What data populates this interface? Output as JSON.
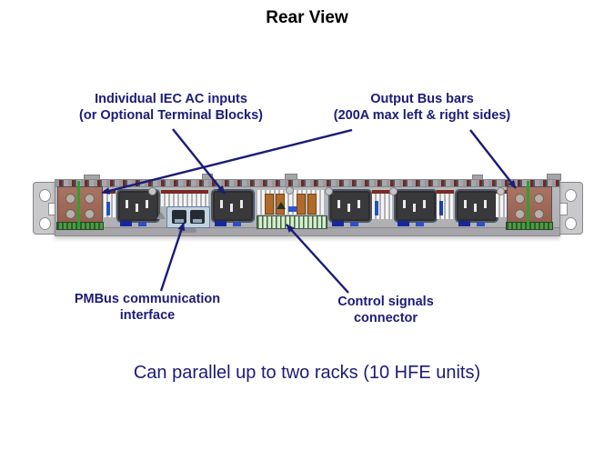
{
  "title": "Rear View",
  "annotations": {
    "iec_inputs": {
      "line1": "Individual IEC AC inputs",
      "line2": "(or Optional Terminal Blocks)"
    },
    "output_bus": {
      "line1": "Output Bus bars",
      "line2": "(200A max left & right sides)"
    },
    "pmbus": {
      "line1": "PMBus communication",
      "line2": "interface"
    },
    "control": {
      "line1": "Control signals",
      "line2": "connector"
    }
  },
  "caption": "Can parallel up to two racks (10 HFE units)",
  "colors": {
    "title_black": "#000000",
    "annotation_navy": "#1b1b78",
    "copper_busbar": "#9a6355",
    "chassis_gray": "#b2b2b5",
    "iec_dark": "#39393b",
    "stripe_green": "#2fa02f",
    "terminal_green": "#d8ead2",
    "orange_component": "#b06a2a"
  }
}
